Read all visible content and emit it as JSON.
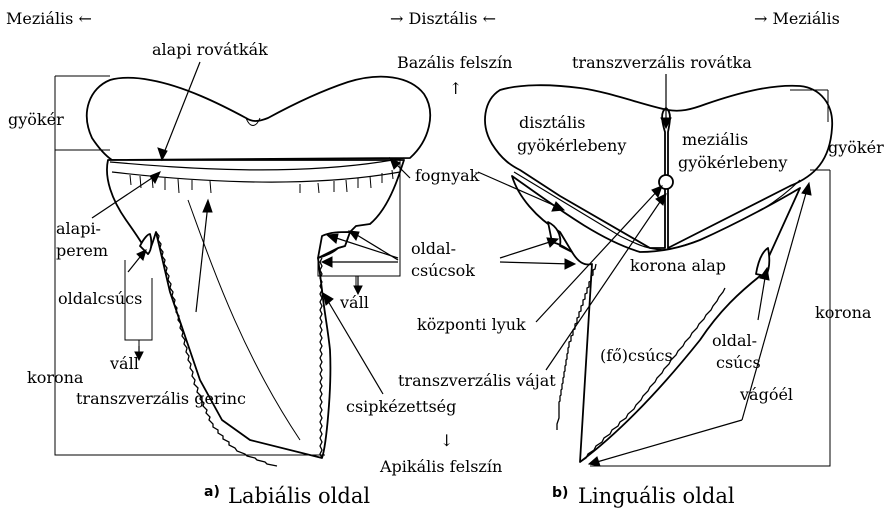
{
  "colors": {
    "ink": "#000000",
    "paper": "#ffffff"
  },
  "top": {
    "mesial_left": "Meziális ←",
    "distal_center": "→ Disztális ←",
    "mesial_right": "→ Meziális"
  },
  "surfaces": {
    "basal": "Bazális felszín",
    "basal_arrow": "↑",
    "apical_arrow": "↓",
    "apical": "Apikális felszín"
  },
  "left_labels": {
    "basal_grooves": "alapi rovátkák",
    "root": "gyökér",
    "basal_ledge_1": "alapi-",
    "basal_ledge_2": "perem",
    "cusplet": "oldalcsúcs",
    "shoulder": "váll",
    "crown": "korona",
    "transverse_ridge": "transzverzális gerinc"
  },
  "center_labels": {
    "nutrient_groove_top": "transzverzális rovátka",
    "bourlette": "fognyak",
    "cusplets_1": "oldal-",
    "cusplets_2": "csúcsok",
    "shoulder": "váll",
    "central_foramen": "központi lyuk",
    "transverse_groove": "transzverzális vájat",
    "serrations": "csipkézettség"
  },
  "right_labels": {
    "distal_lobe_1": "disztális",
    "distal_lobe_2": "gyökérlebeny",
    "mesial_lobe_1": "meziális",
    "mesial_lobe_2": "gyökérlebeny",
    "root": "gyökér",
    "crown_base": "korona alap",
    "main_cusp": "(fő)csúcs",
    "cusplet_1": "oldal-",
    "cusplet_2": "csúcs",
    "crown": "korona",
    "cutting_edge": "vágóél"
  },
  "captions": {
    "a_letter": "a)",
    "a_text": "Labiális oldal",
    "b_letter": "b)",
    "b_text": "Linguális oldal"
  }
}
